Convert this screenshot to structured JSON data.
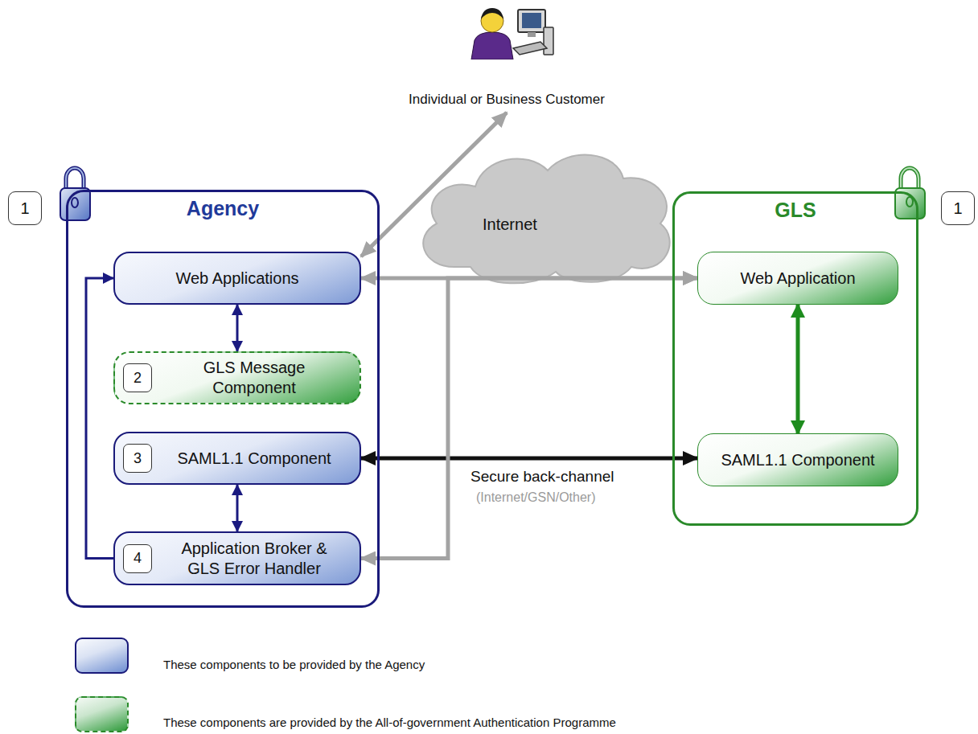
{
  "diagram": {
    "nodes": [
      {
        "text": [
          "Agency"
        ]
      },
      {
        "text": [
          "Web Applications"
        ],
        "in": 0
      },
      {
        "text": [
          "2",
          "GLS Message Component"
        ],
        "in": 0
      },
      {
        "text": [
          "3",
          "SAML1.1 Component"
        ],
        "in": 0
      },
      {
        "text": [
          "4",
          "Application Broker & GLS Error Handler"
        ],
        "in": 0
      },
      {
        "text": [
          "GLS"
        ]
      },
      {
        "text": [
          "Web Application"
        ],
        "in": 5
      },
      {
        "text": [
          "SAML1.1 Component"
        ],
        "in": 5
      },
      {
        "text": [
          "Internet"
        ]
      },
      {
        "text": [
          "Individual or Business Customer"
        ]
      }
    ],
    "edges": [
      {
        "from": 1,
        "to": 2,
        "arrow": "both"
      },
      {
        "from": 3,
        "to": 4,
        "arrow": "both"
      },
      {
        "from": 3,
        "to": 7,
        "label": "Secure back-channel",
        "arrow": "both"
      },
      {
        "from": 6,
        "to": 7,
        "arrow": "both"
      },
      {
        "from": 4,
        "to": 1,
        "arrow": "to"
      },
      {
        "from": 9,
        "to": 1,
        "arrow": "both"
      },
      {
        "from": 1,
        "to": 6,
        "arrow": "both"
      },
      {
        "from": 6,
        "to": 4,
        "arrow": "both"
      }
    ],
    "labels": [
      "1",
      "1",
      "(Internet/GSN/Other)"
    ],
    "legend": [
      {
        "text": "These components to be provided by the Agency",
        "color": "#6f8fd2"
      },
      {
        "text": "These components are provided by the All-of-government Authentication Programme",
        "color": "#2e9a3a"
      }
    ]
  }
}
